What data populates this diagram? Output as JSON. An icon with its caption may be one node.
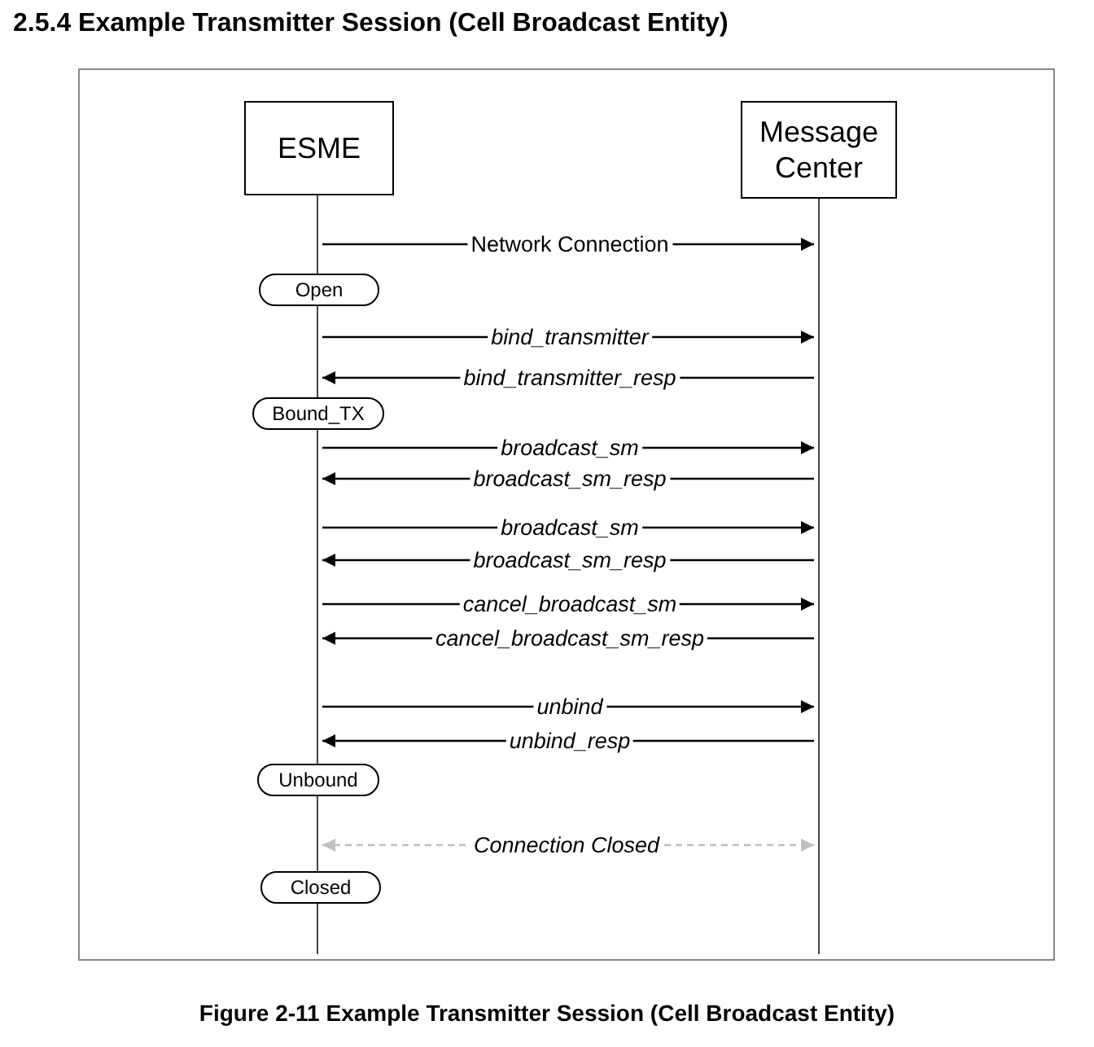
{
  "diagram": {
    "title": "2.5.4 Example Transmitter Session (Cell Broadcast Entity)",
    "caption": "Figure 2-11 Example Transmitter Session (Cell Broadcast Entity)",
    "nodes": [
      {
        "text": [
          "ESME"
        ]
      },
      {
        "text": [
          "Message Center"
        ]
      },
      {
        "text": [],
        "shape": "line"
      },
      {
        "text": [],
        "shape": "line"
      },
      {
        "text": [
          "Open"
        ]
      },
      {
        "text": [
          "Bound_TX"
        ]
      },
      {
        "text": [
          "Unbound"
        ]
      },
      {
        "text": [
          "Closed"
        ]
      }
    ],
    "edges": [
      {
        "from": 2,
        "to": 3,
        "arrow": "to",
        "label": "Network Connection"
      },
      {
        "from": 2,
        "to": 3,
        "arrow": "to",
        "label": "bind_transmitter"
      },
      {
        "from": 3,
        "to": 2,
        "arrow": "to",
        "label": "bind_transmitter_resp"
      },
      {
        "from": 2,
        "to": 3,
        "arrow": "to",
        "label": "broadcast_sm"
      },
      {
        "from": 3,
        "to": 2,
        "arrow": "to",
        "label": "broadcast_sm_resp"
      },
      {
        "from": 2,
        "to": 3,
        "arrow": "to",
        "label": "broadcast_sm"
      },
      {
        "from": 3,
        "to": 2,
        "arrow": "to",
        "label": "broadcast_sm_resp"
      },
      {
        "from": 2,
        "to": 3,
        "arrow": "to",
        "label": "cancel_broadcast_sm"
      },
      {
        "from": 3,
        "to": 2,
        "arrow": "to",
        "label": "cancel_broadcast_sm_resp"
      },
      {
        "from": 2,
        "to": 3,
        "arrow": "to",
        "label": "unbind"
      },
      {
        "from": 3,
        "to": 2,
        "arrow": "to",
        "label": "unbind_resp"
      },
      {
        "from": 2,
        "to": 3,
        "arrow": "both",
        "label": "Connection Closed",
        "style": "dashed",
        "color": "#bfbfbf"
      }
    ]
  }
}
